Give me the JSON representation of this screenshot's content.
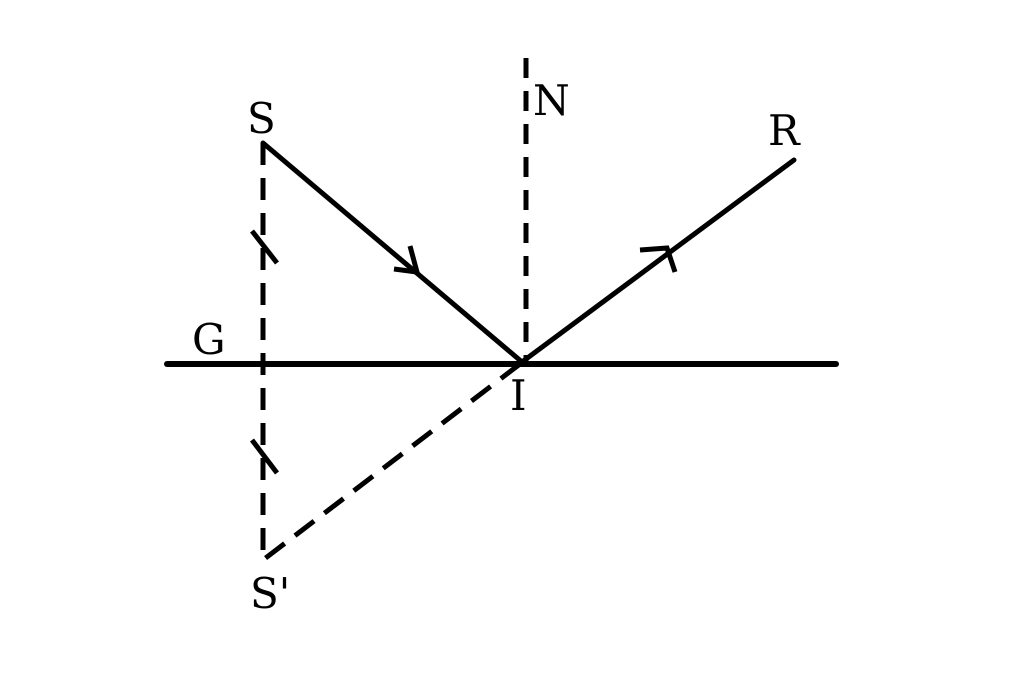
{
  "diagram": {
    "labels": {
      "source": "S",
      "normal": "N",
      "reflected": "R",
      "mirror": "G",
      "incidence": "I",
      "image": "S'"
    },
    "colors": {
      "ink": "#000000",
      "background": "#ffffff"
    }
  }
}
